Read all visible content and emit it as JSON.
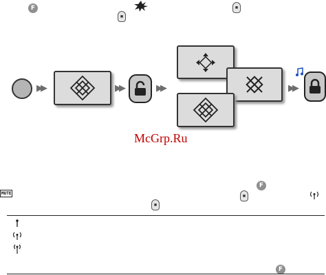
{
  "watermark": "McGrp.Ru",
  "badges": {
    "f_letter": "F",
    "mute_label": "MUTE"
  },
  "icons": {
    "fob_unlock": "remote-fob-unlock-icon",
    "fob_lock": "remote-fob-lock-icon",
    "alarm_flash": "alarm-flash-icon",
    "music_note": "music-note-icon",
    "antenna": "antenna-icon"
  }
}
